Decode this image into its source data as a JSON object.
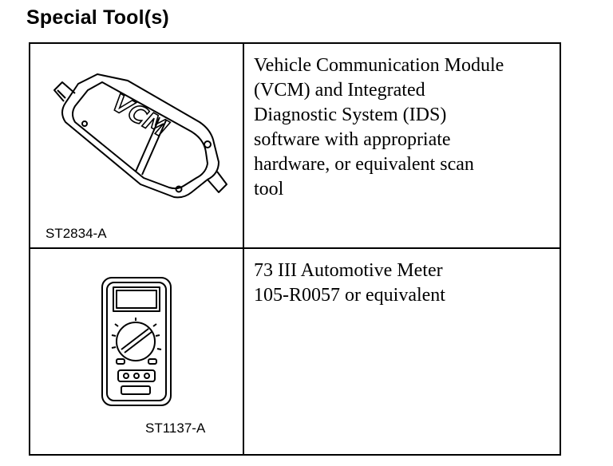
{
  "title": "Special Tool(s)",
  "tools": [
    {
      "code": "ST2834-A",
      "description": "Vehicle Communication Module\n(VCM) and Integrated\nDiagnostic System (IDS)\nsoftware with appropriate\nhardware, or equivalent scan\ntool",
      "icon": "vcm-module-icon"
    },
    {
      "code": "ST1137-A",
      "description": "73 III Automotive Meter\n105-R0057 or equivalent",
      "icon": "multimeter-icon"
    }
  ]
}
